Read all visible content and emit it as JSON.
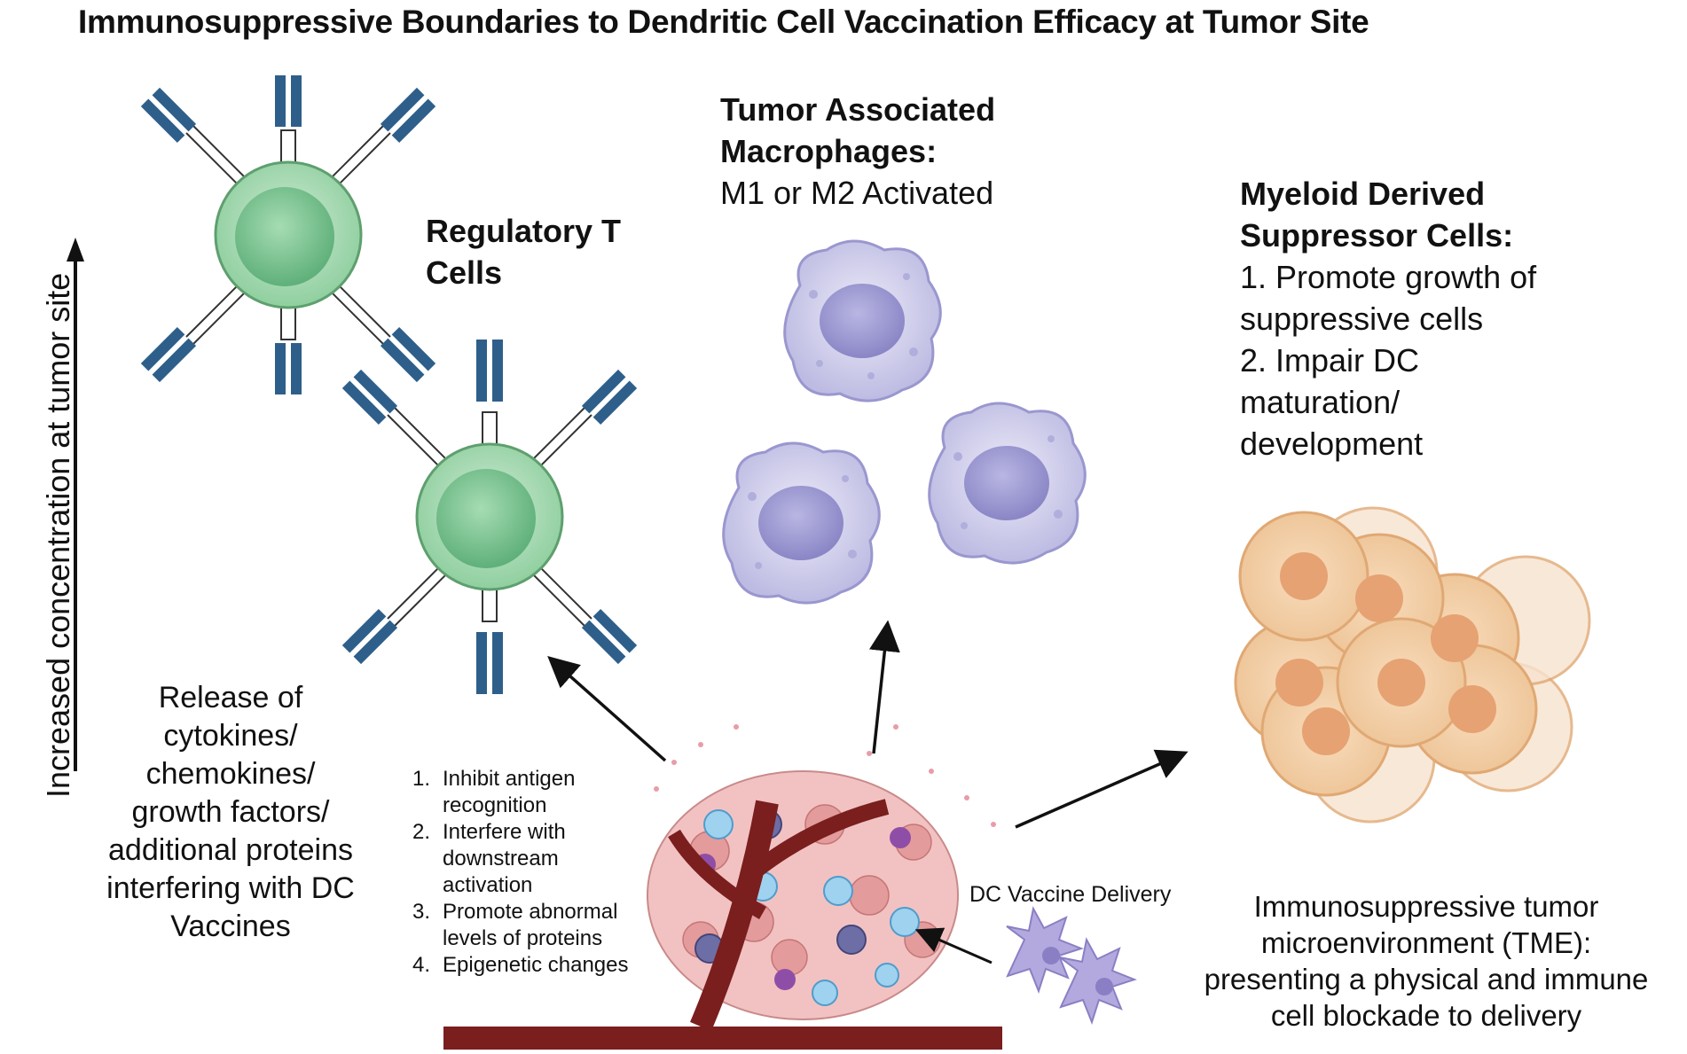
{
  "title": "Immunosuppressive Boundaries to Dendritic Cell Vaccination Efficacy at Tumor Site",
  "axis_label": "Increased concentration at tumor site",
  "treg": {
    "line1": "Regulatory T",
    "line2": "Cells"
  },
  "tam": {
    "line1": "Tumor Associated",
    "line2": "Macrophages:",
    "line3": "M1 or M2 Activated"
  },
  "mdsc": {
    "line1": "Myeloid Derived",
    "line2": "Suppressor Cells:",
    "items": [
      "1. Promote growth of",
      "suppressive cells",
      "2. Impair DC",
      "maturation/",
      "development"
    ]
  },
  "release": [
    "Release of",
    "cytokines/",
    "chemokines/",
    "growth factors/",
    "additional proteins",
    "interfering with DC",
    "Vaccines"
  ],
  "mechanisms": [
    {
      "num": "1.",
      "lines": [
        "Inhibit antigen",
        "recognition"
      ]
    },
    {
      "num": "2.",
      "lines": [
        "Interfere with",
        "downstream",
        "activation"
      ]
    },
    {
      "num": "3.",
      "lines": [
        "Promote abnormal",
        "levels of proteins"
      ]
    },
    {
      "num": "4.",
      "lines": [
        "Epigenetic changes"
      ]
    }
  ],
  "dc_delivery": "DC Vaccine Delivery",
  "tme": [
    "Immunosuppressive tumor",
    "microenvironment (TME):",
    "presenting a physical and immune",
    "cell blockade to delivery"
  ],
  "colors": {
    "antibody": "#2e5f8a",
    "tcell": "#8fcf9f",
    "macrophage": "#c5c4e6",
    "mdsc": "#f1cfa5",
    "vessel": "#7a1e1e",
    "tumor": "#e9a7a7",
    "dc": "#a89dd6"
  }
}
